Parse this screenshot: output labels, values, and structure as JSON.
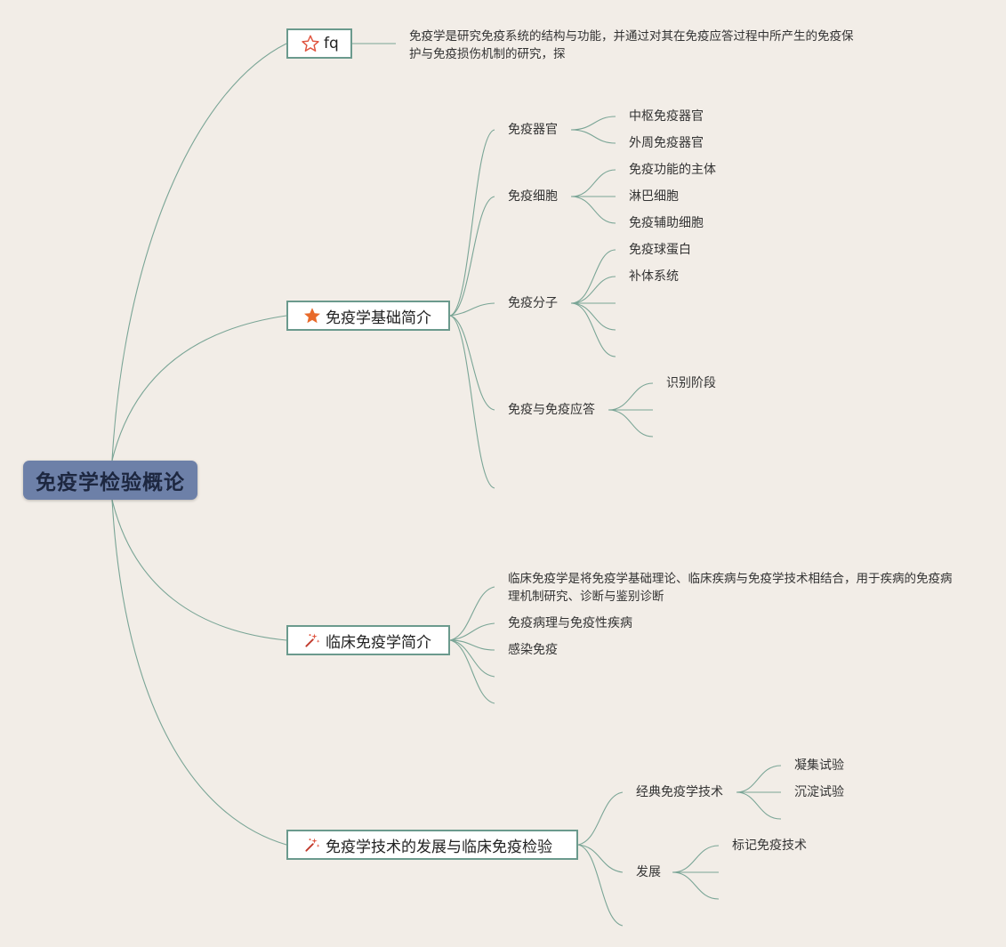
{
  "root": {
    "label": "免疫学检验概论"
  },
  "branches": [
    {
      "label": "fq",
      "icon": "star-outline-icon",
      "note": "免疫学是研究免疫系统的结构与功能，并通过对其在免疫应答过程中所产生的免疫保护与免疫损伤机制的研究，探"
    },
    {
      "label": "免疫学基础简介",
      "icon": "star-filled-icon",
      "children": [
        {
          "label": "免疫器官",
          "children": [
            "中枢免疫器官",
            "外周免疫器官"
          ]
        },
        {
          "label": "免疫细胞",
          "children": [
            "免疫功能的主体",
            "淋巴细胞",
            "免疫辅助细胞"
          ]
        },
        {
          "label": "免疫分子",
          "children": [
            "免疫球蛋白",
            "补体系统",
            "",
            "",
            ""
          ]
        },
        {
          "label": "免疫与免疫应答",
          "children": [
            "识别阶段",
            "",
            ""
          ]
        },
        {
          "label": ""
        }
      ]
    },
    {
      "label": "临床免疫学简介",
      "icon": "sparkle-wand-icon",
      "children": [
        {
          "label": "临床免疫学是将免疫学基础理论、临床疾病与免疫学技术相结合，用于疾病的免疫病理机制研究、诊断与鉴别诊断"
        },
        {
          "label": "免疫病理与免疫性疾病"
        },
        {
          "label": "感染免疫"
        },
        {
          "label": ""
        },
        {
          "label": ""
        }
      ]
    },
    {
      "label": "免疫学技术的发展与临床免疫检验",
      "icon": "sparkle-wand-icon",
      "children": [
        {
          "label": "经典免疫学技术",
          "children": [
            "凝集试验",
            "沉淀试验",
            ""
          ]
        },
        {
          "label": "发展",
          "children": [
            "标记免疫技术",
            "",
            ""
          ]
        },
        {
          "label": ""
        }
      ]
    }
  ],
  "colors": {
    "background": "#f2ede7",
    "root_fill": "#6d80a8",
    "line": "#6b9a8d",
    "star_red": "#e05540",
    "star_orange": "#e86a2a"
  }
}
